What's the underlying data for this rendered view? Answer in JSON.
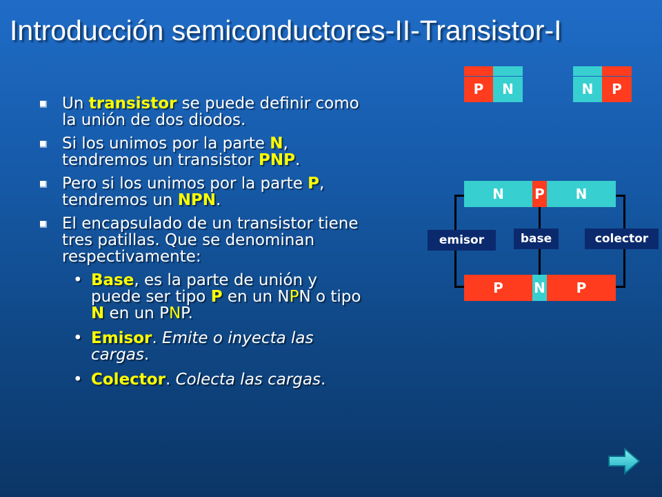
{
  "slide": {
    "title": "Introducción semiconductores-II-Transistor-I",
    "b1_pre": "Un ",
    "b1_em": "transistor",
    "b1_post": " se puede definir como la unión de dos diodos.",
    "b2_pre": "Si los unimos por la parte ",
    "b2_em": "N",
    "b2_mid": ", tendremos un transistor ",
    "b2_em2": "PNP",
    "b2_post": ".",
    "b3_pre": "Pero si los unimos por la parte ",
    "b3_em": "P",
    "b3_mid": ", tendremos un ",
    "b3_em2": "NPN",
    "b3_post": ".",
    "b4": "El encapsulado de un transistor tiene tres patillas. Que se denominan respectivamente:",
    "sub_bullet": "•",
    "s1_em": "Base",
    "s1_a": ", es la parte de unión y puede ser tipo ",
    "s1_b": "P",
    "s1_c": " en un N",
    "s1_d": "P",
    "s1_e": "N o tipo ",
    "s1_f": "N",
    "s1_g": " en un P",
    "s1_h": "N",
    "s1_i": "P.",
    "s2_em": "Emisor",
    "s2_a": ". ",
    "s2_it": "Emite o inyecta las cargas",
    "s2_b": ".",
    "s3_em": "Colector",
    "s3_a": ". ",
    "s3_it": "Colecta las cargas",
    "s3_b": "."
  },
  "diagram": {
    "diode1": [
      "P",
      "N"
    ],
    "diode2": [
      "N",
      "P"
    ],
    "npn": [
      "N",
      "P",
      "N"
    ],
    "pnp": [
      "P",
      "N",
      "P"
    ],
    "labels": {
      "emisor": "emisor",
      "base": "base",
      "colector": "colector"
    }
  },
  "colors": {
    "p_type": "#ff3c1e",
    "n_type": "#38cfd0",
    "highlight": "#ffff00",
    "label_bg": "#0b2a6e"
  },
  "nav": {
    "icon": "next-arrow-icon"
  }
}
